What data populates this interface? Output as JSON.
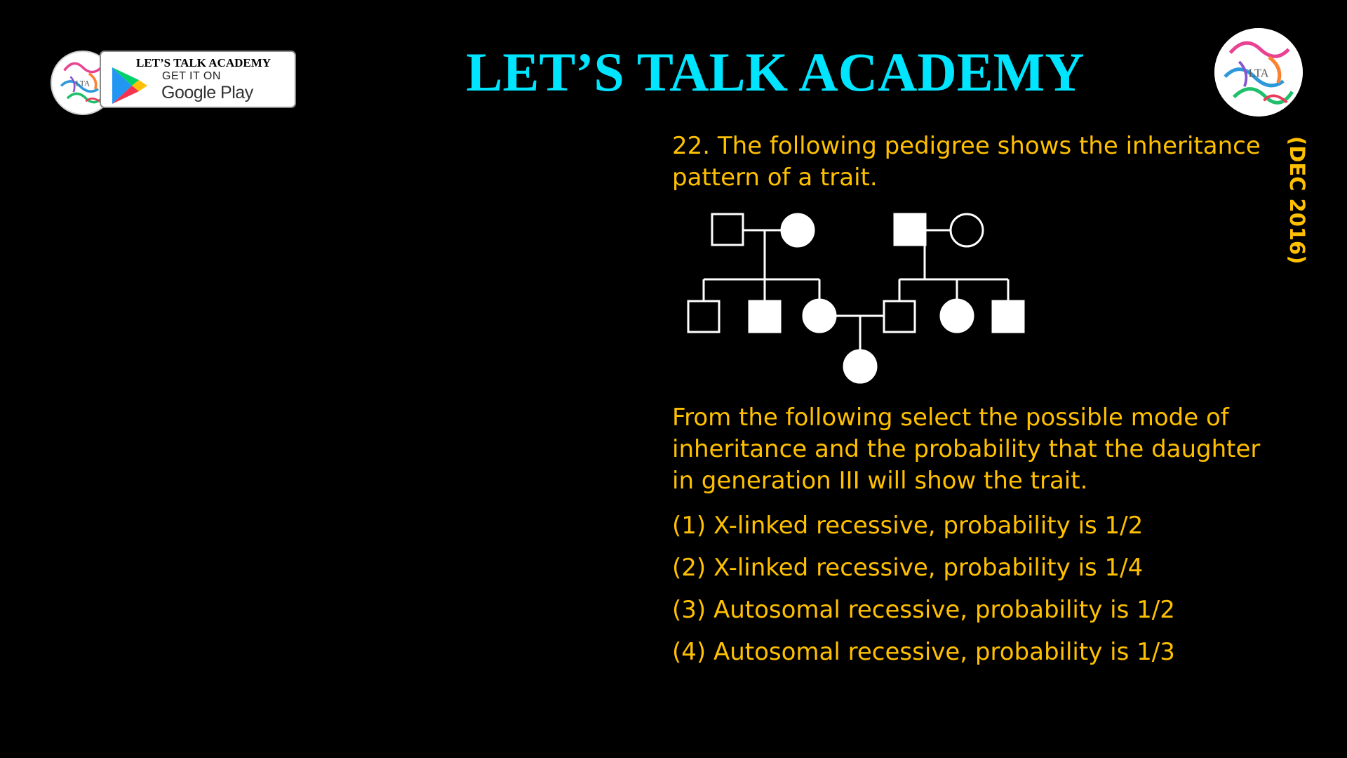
{
  "header": {
    "title": "LET’S TALK ACADEMY",
    "badge_brand": "LET’S TALK ACADEMY",
    "badge_get": "GET IT ON",
    "badge_store": "Google Play",
    "logo_icon": "lta-logo-icon",
    "play_icon": "google-play-icon"
  },
  "side_tag": "(DEC 2016)",
  "question": {
    "stem": "22. The following pedigree shows the inheritance pattern of a trait.",
    "prompt": "From the following select the possible mode of inheritance and the probability that the daughter in generation III will show the trait.",
    "options": [
      "(1) X-linked recessive, probability is 1/2",
      "(2) X-linked recessive, probability is 1/4",
      "(3) Autosomal recessive, probability is 1/2",
      "(4) Autosomal recessive, probability is 1/3"
    ]
  },
  "pedigree": {
    "generation_1": [
      {
        "sex": "male",
        "affected": false
      },
      {
        "sex": "female",
        "affected": true
      },
      {
        "sex": "male",
        "affected": true
      },
      {
        "sex": "female",
        "affected": false
      }
    ],
    "generation_2": [
      {
        "sex": "male",
        "affected": false
      },
      {
        "sex": "male",
        "affected": true
      },
      {
        "sex": "female",
        "affected": true
      },
      {
        "sex": "male",
        "affected": false
      },
      {
        "sex": "female",
        "affected": true
      },
      {
        "sex": "male",
        "affected": true
      }
    ],
    "generation_3": [
      {
        "sex": "female",
        "affected": true
      }
    ]
  },
  "colors": {
    "background": "#000000",
    "title": "#00e5ff",
    "text": "#ffc000",
    "symbol": "#ffffff"
  }
}
